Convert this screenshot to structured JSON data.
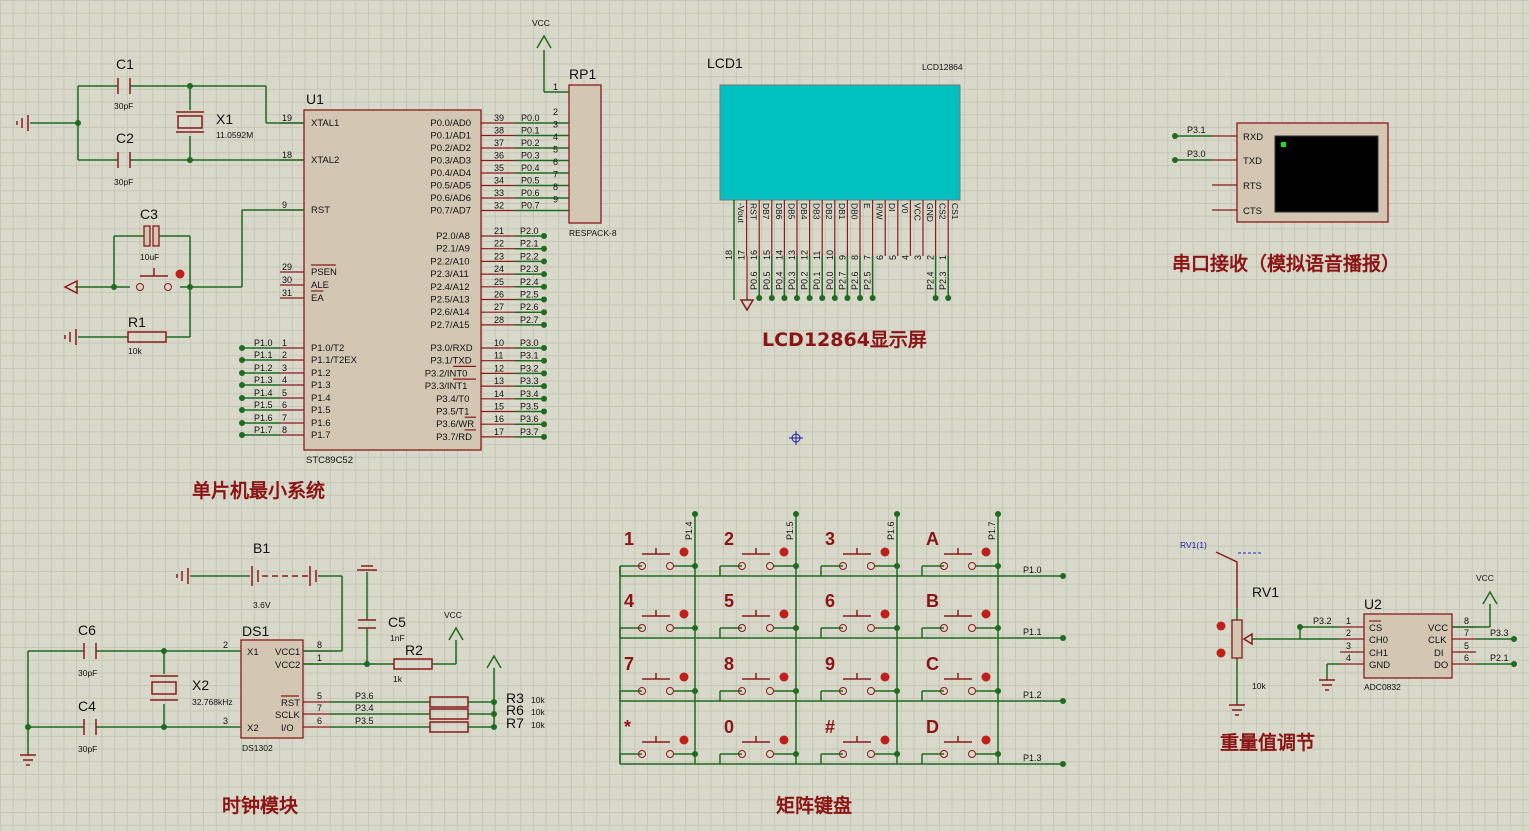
{
  "titles": {
    "mcu": "单片机最小系统",
    "clock": "时钟模块",
    "keypad": "矩阵键盘",
    "lcd": "LCD12864显示屏",
    "serial": "串口接收（模拟语音播报）",
    "weight": "重量值调节"
  },
  "mcu": {
    "ref": "U1",
    "part": "STC89C52",
    "left_pins": [
      {
        "num": "19",
        "name": "XTAL1"
      },
      {
        "num": "18",
        "name": "XTAL2"
      },
      {
        "num": "9",
        "name": "RST"
      },
      {
        "num": "29",
        "name": "PSEN"
      },
      {
        "num": "30",
        "name": "ALE"
      },
      {
        "num": "31",
        "name": "EA"
      },
      {
        "num": "1",
        "name": "P1.0/T2"
      },
      {
        "num": "2",
        "name": "P1.1/T2EX"
      },
      {
        "num": "3",
        "name": "P1.2"
      },
      {
        "num": "4",
        "name": "P1.3"
      },
      {
        "num": "5",
        "name": "P1.4"
      },
      {
        "num": "6",
        "name": "P1.5"
      },
      {
        "num": "7",
        "name": "P1.6"
      },
      {
        "num": "8",
        "name": "P1.7"
      }
    ],
    "right_pins": [
      {
        "num": "39",
        "name": "P0.0/AD0"
      },
      {
        "num": "38",
        "name": "P0.1/AD1"
      },
      {
        "num": "37",
        "name": "P0.2/AD2"
      },
      {
        "num": "36",
        "name": "P0.3/AD3"
      },
      {
        "num": "35",
        "name": "P0.4/AD4"
      },
      {
        "num": "34",
        "name": "P0.5/AD5"
      },
      {
        "num": "33",
        "name": "P0.6/AD6"
      },
      {
        "num": "32",
        "name": "P0.7/AD7"
      },
      {
        "num": "21",
        "name": "P2.0/A8"
      },
      {
        "num": "22",
        "name": "P2.1/A9"
      },
      {
        "num": "23",
        "name": "P2.2/A10"
      },
      {
        "num": "24",
        "name": "P2.3/A11"
      },
      {
        "num": "25",
        "name": "P2.4/A12"
      },
      {
        "num": "26",
        "name": "P2.5/A13"
      },
      {
        "num": "27",
        "name": "P2.6/A14"
      },
      {
        "num": "28",
        "name": "P2.7/A15"
      },
      {
        "num": "10",
        "name": "P3.0/RXD"
      },
      {
        "num": "11",
        "name": "P3.1/TXD"
      },
      {
        "num": "12",
        "name": "P3.2/INT0"
      },
      {
        "num": "13",
        "name": "P3.3/INT1"
      },
      {
        "num": "14",
        "name": "P3.4/T0"
      },
      {
        "num": "15",
        "name": "P3.5/T1"
      },
      {
        "num": "16",
        "name": "P3.6/WR"
      },
      {
        "num": "17",
        "name": "P3.7/RD"
      }
    ],
    "p1_nets": [
      "P1.0",
      "P1.1",
      "P1.2",
      "P1.3",
      "P1.4",
      "P1.5",
      "P1.6",
      "P1.7"
    ],
    "p0_nets": [
      "P0.0",
      "P0.1",
      "P0.2",
      "P0.3",
      "P0.4",
      "P0.5",
      "P0.6",
      "P0.7"
    ],
    "p2_nets": [
      "P2.0",
      "P2.1",
      "P2.2",
      "P2.3",
      "P2.4",
      "P2.5",
      "P2.6",
      "P2.7"
    ],
    "p3_nets": [
      "P3.0",
      "P3.1",
      "P3.2",
      "P3.3",
      "P3.4",
      "P3.5",
      "P3.6",
      "P3.7"
    ]
  },
  "crystal": {
    "c1": "C1",
    "c1v": "30pF",
    "c2": "C2",
    "c2v": "30pF",
    "x1": "X1",
    "x1v": "11.0592M"
  },
  "reset": {
    "c3": "C3",
    "c3v": "10uF",
    "r1": "R1",
    "r1v": "10k"
  },
  "rp1": {
    "ref": "RP1",
    "part": "RESPACK-8",
    "vcc": "VCC",
    "pins": [
      "1",
      "2",
      "3",
      "4",
      "5",
      "6",
      "7",
      "8",
      "9"
    ]
  },
  "lcd": {
    "ref": "LCD1",
    "part": "LCD12864",
    "pins": [
      "-Vout",
      "RST",
      "DB7",
      "DB6",
      "DB5",
      "DB4",
      "DB3",
      "DB2",
      "DB1",
      "DB0",
      "E",
      "R/W",
      "DI",
      "V0",
      "VCC",
      "GND",
      "CS2",
      "CS1"
    ],
    "pin_nums": [
      "18",
      "17",
      "16",
      "15",
      "14",
      "13",
      "12",
      "11",
      "10",
      "9",
      "8",
      "7",
      "6",
      "5",
      "4",
      "3",
      "2",
      "1"
    ],
    "nets": [
      "",
      "",
      "P0.6",
      "P0.5",
      "P0.4",
      "P0.3",
      "P0.2",
      "P0.1",
      "P0.0",
      "P2.7",
      "P2.6",
      "P2.5",
      "",
      "",
      "",
      "",
      "P2.4",
      "P2.3"
    ],
    "color": "#00c0c0"
  },
  "terminal": {
    "pins": [
      "RXD",
      "TXD",
      "RTS",
      "CTS"
    ],
    "nets": [
      "P3.1",
      "P3.0"
    ]
  },
  "ds1302": {
    "ref": "DS1",
    "part": "DS1302",
    "left": [
      {
        "num": "2",
        "name": "X1"
      },
      {
        "num": "3",
        "name": "X2"
      }
    ],
    "right": [
      {
        "num": "8",
        "name": "VCC1"
      },
      {
        "num": "1",
        "name": "VCC2"
      },
      {
        "num": "5",
        "name": "RST"
      },
      {
        "num": "7",
        "name": "SCLK"
      },
      {
        "num": "6",
        "name": "I/O"
      }
    ],
    "nets": [
      "P3.6",
      "P3.4",
      "P3.5"
    ],
    "b1": "B1",
    "b1v": "3.6V",
    "c5": "C5",
    "c5v": "1nF",
    "r2": "R2",
    "r2v": "1k",
    "vcc": "VCC",
    "c6": "C6",
    "c6v": "30pF",
    "c4": "C4",
    "c4v": "30pF",
    "x2": "X2",
    "x2v": "32.768kHz",
    "r3": "R3",
    "r6": "R6",
    "r7": "R7",
    "rv": "10k"
  },
  "keypad": {
    "keys": [
      [
        "1",
        "2",
        "3",
        "A"
      ],
      [
        "4",
        "5",
        "6",
        "B"
      ],
      [
        "7",
        "8",
        "9",
        "C"
      ],
      [
        "*",
        "0",
        "#",
        "D"
      ]
    ],
    "cols": [
      "P1.4",
      "P1.5",
      "P1.6",
      "P1.7"
    ],
    "rows": [
      "P1.0",
      "P1.1",
      "P1.2",
      "P1.3"
    ]
  },
  "adc": {
    "ref": "U2",
    "part": "ADC0832",
    "left": [
      {
        "num": "1",
        "name": "CS"
      },
      {
        "num": "2",
        "name": "CH0"
      },
      {
        "num": "3",
        "name": "CH1"
      },
      {
        "num": "4",
        "name": "GND"
      }
    ],
    "right": [
      {
        "num": "8",
        "name": "VCC"
      },
      {
        "num": "7",
        "name": "CLK"
      },
      {
        "num": "5",
        "name": "DI"
      },
      {
        "num": "6",
        "name": "DO"
      }
    ],
    "nets": {
      "cs": "P3.2",
      "clk": "P3.3",
      "do": "P2.1"
    },
    "vcc": "VCC",
    "rv1": "RV1",
    "rv1v": "10k",
    "probe": "RV1(1)"
  }
}
